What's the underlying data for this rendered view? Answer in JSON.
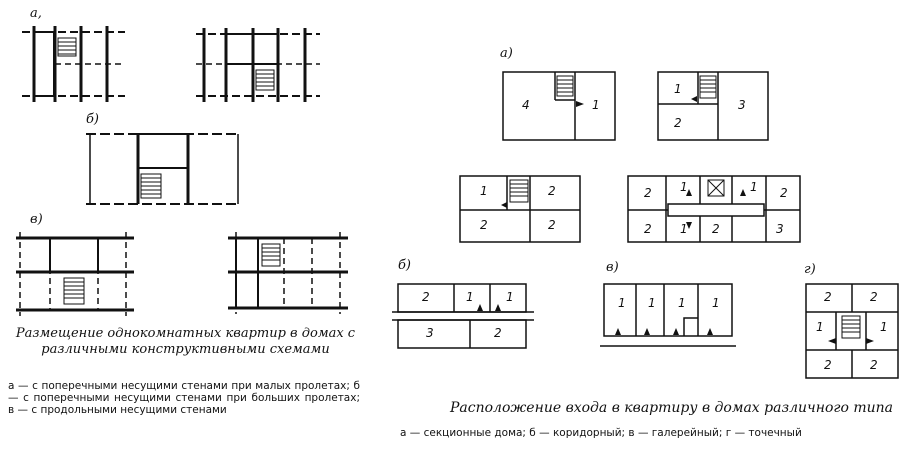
{
  "left": {
    "label_a": "а,",
    "label_b": "б)",
    "label_v": "в)",
    "caption": "Размещение однокомнатных квартир в домах с различными конструктивными схемами",
    "legend": "а — с поперечными несущими стенами при малых пролетах; б — с поперечными несущими стенами при больших пролетах; в — с продольными несущими стенами"
  },
  "right": {
    "label_a": "а)",
    "label_b": "б)",
    "label_v": "в)",
    "label_g": "г)",
    "caption": "Расположение входа в квартиру в домах различного типа",
    "legend": "а — секционные дома; б — коридорный; в — галерейный; г — точечный",
    "a1": [
      "4",
      "1"
    ],
    "a2": [
      "1",
      "3",
      "2"
    ],
    "a3": [
      "1",
      "2",
      "2",
      "2"
    ],
    "a4": [
      "2",
      "1",
      "1",
      "2",
      "2",
      "1",
      "2",
      "3"
    ],
    "b": [
      "2",
      "1",
      "1",
      "3",
      "2"
    ],
    "v": [
      "1",
      "1",
      "1",
      "1"
    ],
    "g": [
      "2",
      "2",
      "1",
      "1",
      "2",
      "2"
    ]
  }
}
